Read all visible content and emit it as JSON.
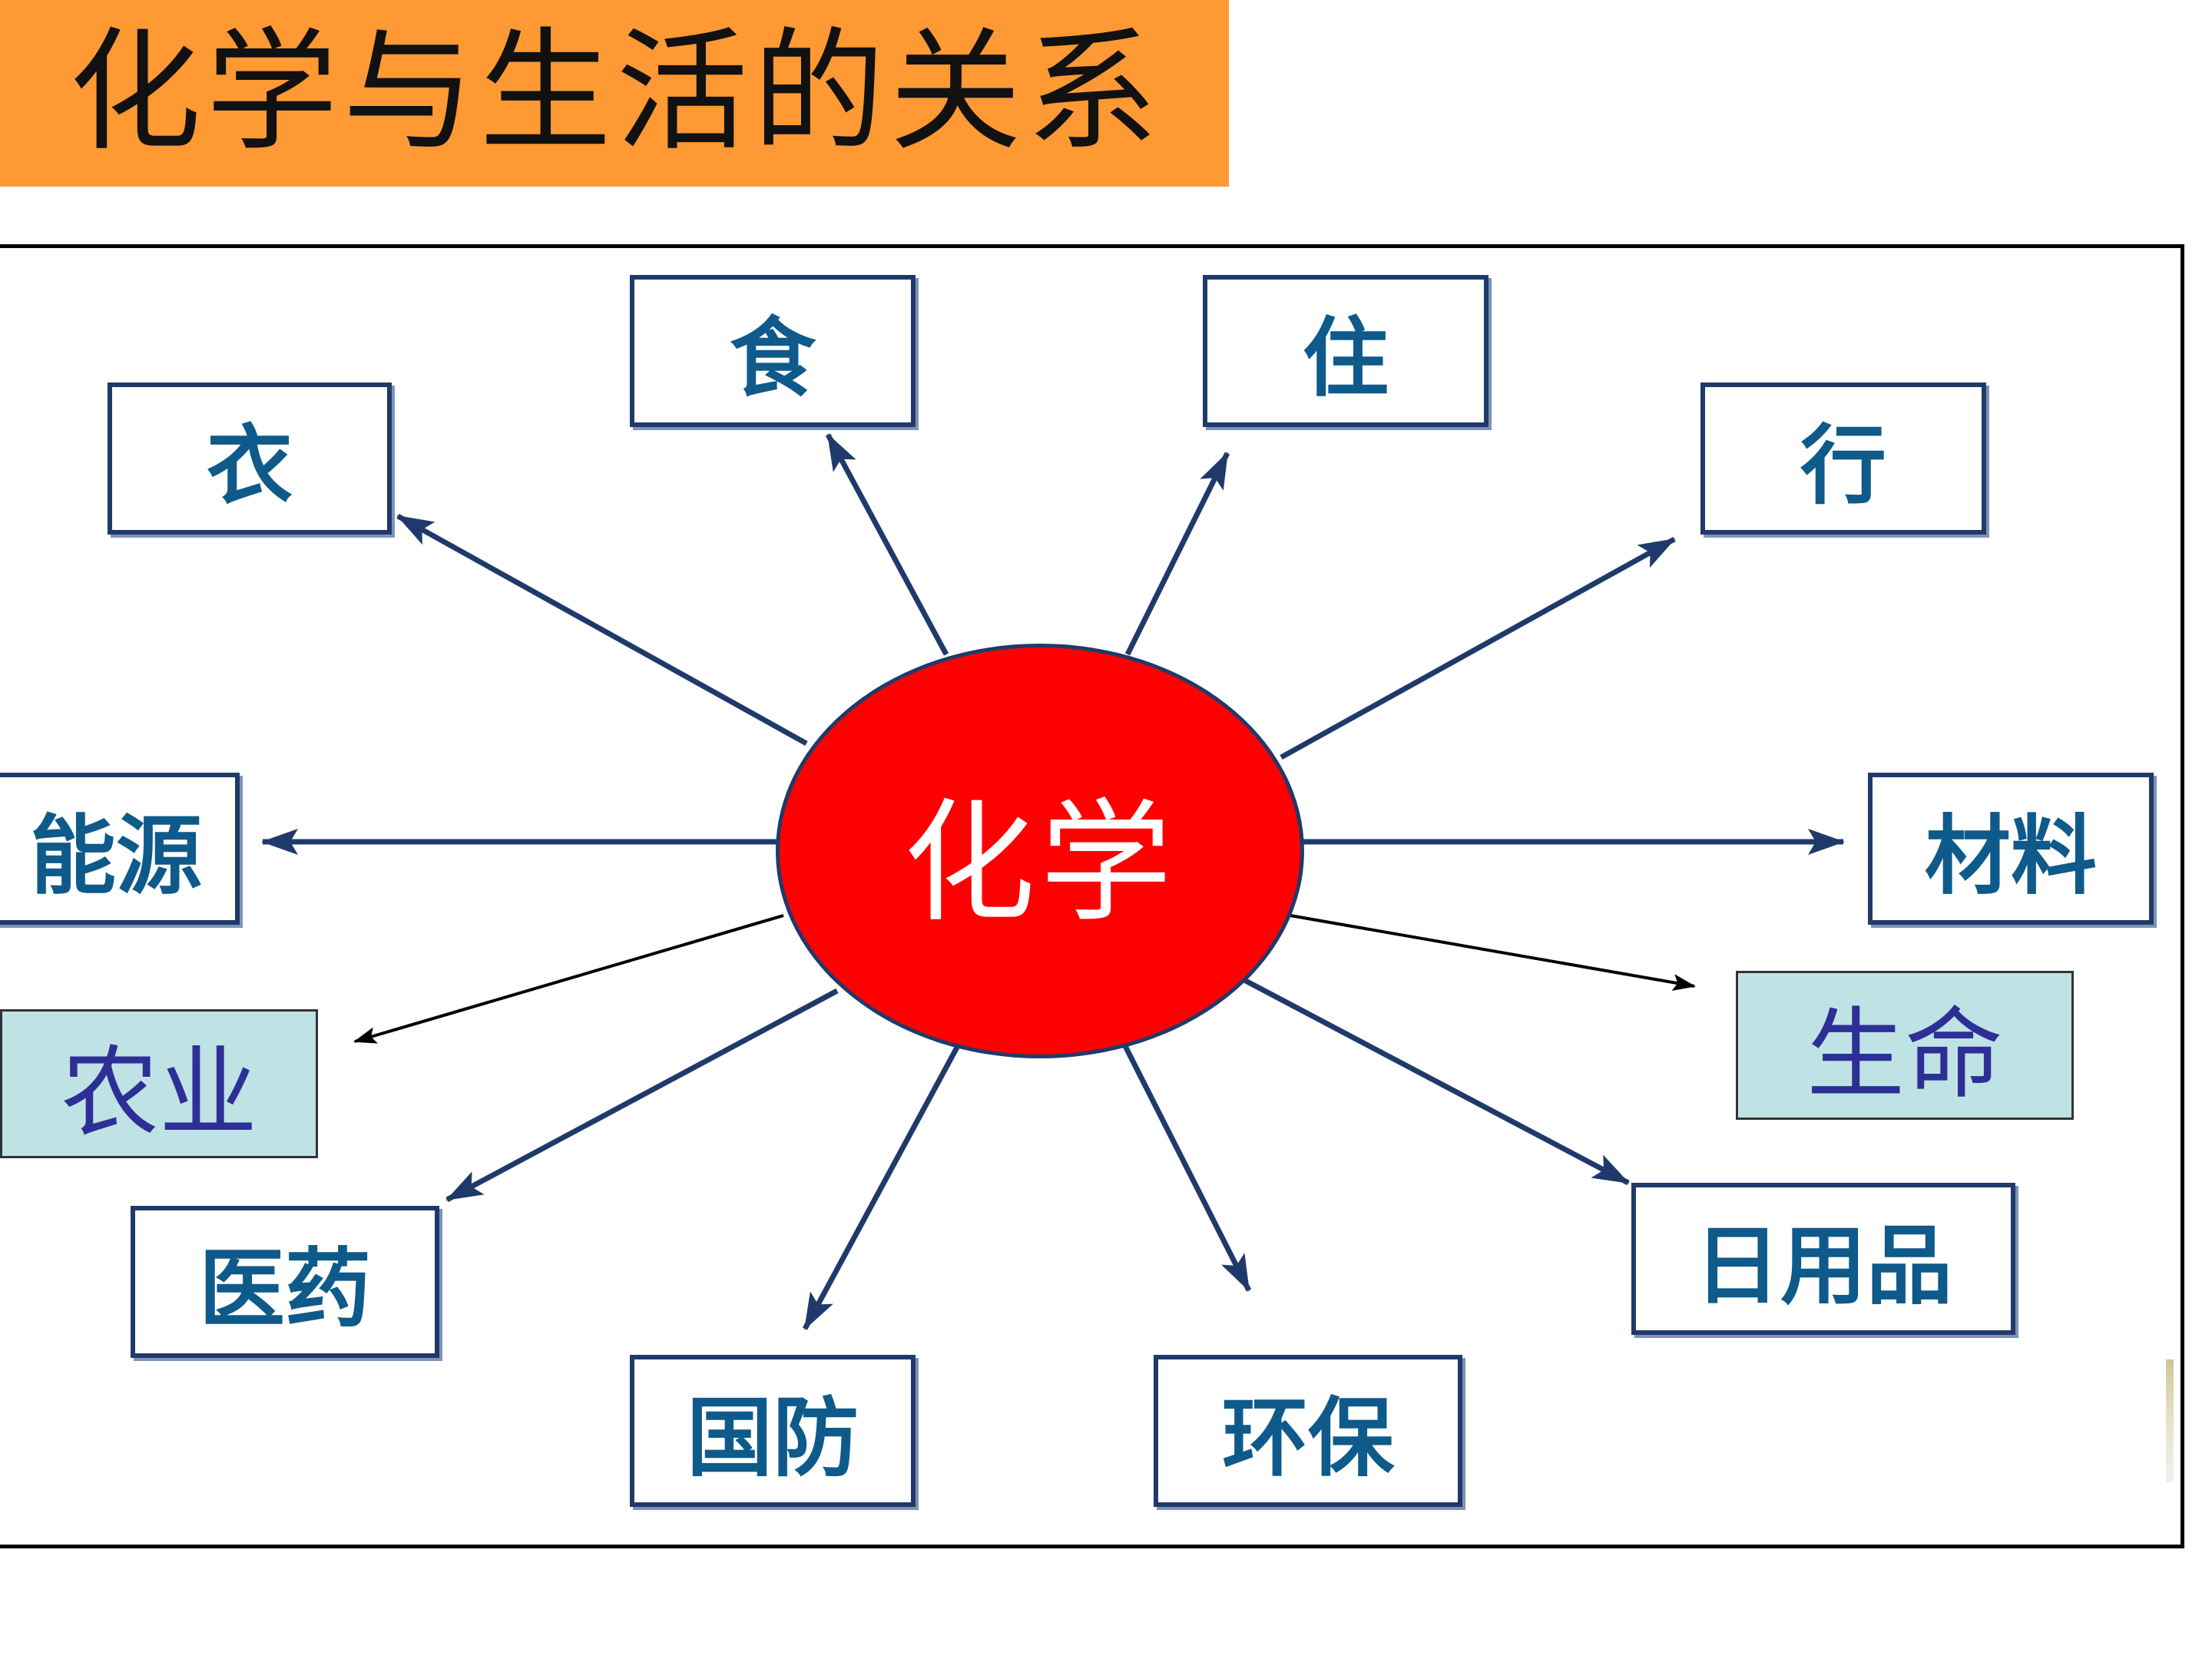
{
  "title": "化学与生活的关系",
  "hub": {
    "label": "化学",
    "color": "#FF0000"
  },
  "colors": {
    "title_background": "#FF9933",
    "node_border": "#1f3a6a",
    "node_text": "#0e5a8a",
    "tinted_node_background": "#BFE3E4",
    "tinted_node_text": "#2d2f96",
    "arrow": "#1f3a6a"
  },
  "nodes": {
    "yi": "衣",
    "shi": "食",
    "zhu": "住",
    "xing": "行",
    "nengyuan": "能源",
    "cailiao": "材料",
    "nongye": "农业",
    "shengming": "生命",
    "yiyao": "医药",
    "riyongpin": "日用品",
    "guofang": "国防",
    "huanbao": "环保"
  }
}
